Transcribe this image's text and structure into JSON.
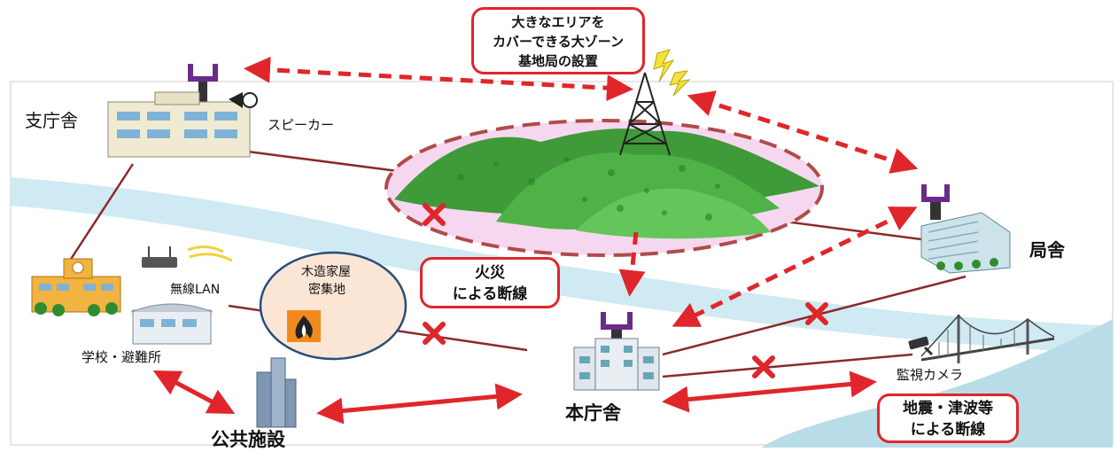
{
  "callouts": {
    "tower_line1": "大きなエリアを",
    "tower_line2": "カバーできる大ゾーン",
    "tower_line3": "基地局の設置",
    "fire_line1": "火災",
    "fire_line2": "による断線",
    "quake_line1": "地震・津波等",
    "quake_line2": "による断線"
  },
  "labels": {
    "branch_office": "支庁舎",
    "speaker": "スピーカー",
    "wireless_lan": "無線LAN",
    "school_shelter": "学校・避難所",
    "wooden_houses_line1": "木造家屋",
    "wooden_houses_line2": "密集地",
    "public_facility": "公共施設",
    "main_office": "本庁舎",
    "station_building": "局舎",
    "surveillance_camera": "監視カメラ"
  },
  "colors": {
    "accent_red": "#e0262b",
    "cable": "#8b2a2a",
    "river": "#cfeaf2",
    "sea": "#b9dde8",
    "hill": "#3f9a3a",
    "zone_fill": "#f5d8ef",
    "antenna": "#6a2b8c"
  }
}
